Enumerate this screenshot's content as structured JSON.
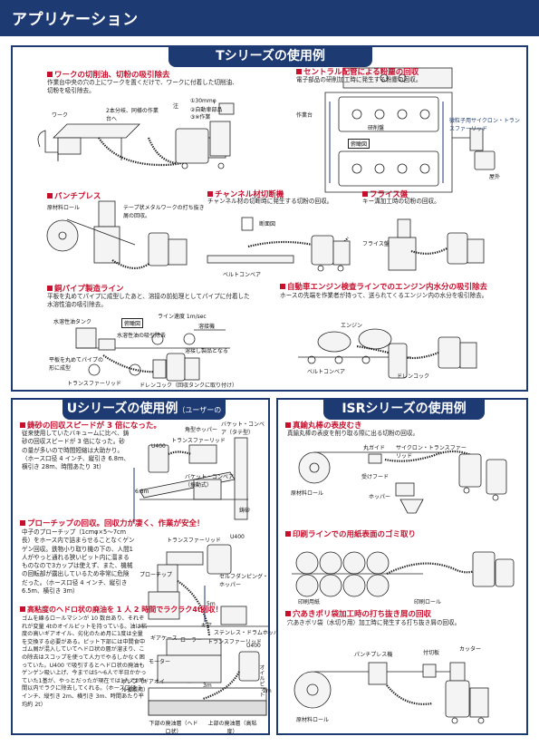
{
  "page_title": "アプリケーション",
  "t_series": {
    "title": "Tシリーズの使用例",
    "work_vacuum": {
      "heading": "ワークの切削油、切粉の吸引除去",
      "desc": "作業台中央の穴の上にワークを置くだけで、ワークに付着した切削油、切粉を吸引除去。",
      "labels": [
        "ワーク",
        "2本分岐、同様の作業台へ",
        "注",
        "①30mmφ",
        "②自動車部品",
        "③※作業"
      ]
    },
    "central_pipe": {
      "heading": "セントラル配管による粉塵の回収",
      "desc": "電子部品の研削加工時に発生する粉塵の回収。",
      "labels": [
        "作業台",
        "研削盤",
        "俯瞰図",
        "微粒子用サイクロン・トランスファーリッド",
        "屋外"
      ]
    },
    "punch_press": {
      "heading": "パンチプレス",
      "labels": [
        "原材料ロール",
        "テープ状メタルワークの打ち抜き屑の回収。"
      ]
    },
    "channel_cut": {
      "heading": "チャンネル材切断機",
      "desc": "チャンネル材の切断時に発生する切粉の回収。",
      "labels": [
        "断面図",
        "ベルトコンベア"
      ]
    },
    "milling": {
      "heading": "フライス盤",
      "desc": "キー溝加工時の切粉の回収。",
      "labels": [
        "フライス盤"
      ]
    },
    "copper_pipe": {
      "heading": "銅パイプ製造ライン",
      "desc": "平板を丸めてパイプに成型したあと、溶接の前処理としてパイプに付着した水溶性油の吸引除去。",
      "labels": [
        "水溶性油タンク",
        "ライン速度 1m/sec",
        "俯瞰図",
        "水溶性油の吸引除去",
        "溶接機",
        "平板を丸めてパイプの形に成型",
        "溶接し製品となる",
        "トランスファーリッド",
        "ドレンコック（回収タンクに取り付け）"
      ]
    },
    "engine_line": {
      "heading": "自動車エンジン検査ラインでのエンジン内水分の吸引除去",
      "desc": "ホースの先端を作業者が持って、送られてくるエンジン内の水分を吸引除去。",
      "labels": [
        "エンジン",
        "ベルトコンベア",
        "ドレンコック"
      ]
    }
  },
  "u_series": {
    "title": "Uシリーズの使用例",
    "title_note": "（ユーザーの声）",
    "casting_sand": {
      "heading": "鋳砂の回収スピードが 3 倍になった。",
      "desc": "従来使用していたバキュームに比べ、鋳砂の回収スピードが 3 倍になった。砂の量が多いので時間短縮は大助かり。（ホース口径 4 インチ、縦引き 6.8m、横引き 28m、時間あたり 3t）",
      "labels": [
        "角型ホッパー",
        "バケット・コンベア（タテ型）",
        "トランスファーリッド",
        "U400",
        "バケット・コンベア（振動式）",
        "6.8m",
        "鋳砂"
      ]
    },
    "pro_chip": {
      "heading": "プローチップの回収。回収力が凄く、作業が安全！",
      "desc": "中子のプローチップ（1cmφ×5〜7cm 長）をホース内で詰まらせることなくゲンゲン回収。鉄物小り取り機の下の、人間1人がやっと通れる狭いピット内に溜まるものなので3カップは使えず、また、機械の回転部が露出しているため非常に危険だった。（ホース口径 4 インチ、縦引き 6.5m、横引き 3m）",
      "labels": [
        "トランスファーリッド",
        "U400",
        "プローチップ",
        "5m",
        "セルフダンピング・ホッパー"
      ]
    },
    "high_visc": {
      "heading": "高粘度のヘドロ状の廃油を 1 人 2 時間でラクラク4t回収！",
      "desc": "ゴムを練るロールマシンが 10 数台あり、それぞれが変量 4tのオイルピットを持っている。油は粘度の高いギアオイル、劣化のため月に1度は全量を交換する必要がある。ピット下部には中間食中ゴム屑が混入していてヘドロ状の層が溜まり、この除去はスコップを使って人力でやるしかなく困っていた。U400 で吸引するとヘドロ状の廃油もゲンゲン吸い上げ、今までは5〜6人で半日かかっていた1基が、やっとだったが現在では1人で2時間以内でラクに除去してくれる。（ホース口径 3 インチ、縦引き 2m、横引き 3m、時間あたり平均約 2t）",
      "labels": [
        "ギア",
        "ステンレス・ドラムホッパー",
        "ギアケース",
        "ローラー",
        "トランスファーリッド",
        "モーター",
        "U400",
        "ポンプ（ギアオイル循環用）",
        "オイルピット",
        "下部の廃油層（ヘドロ状）",
        "上部の廃油層（高粘度）",
        "3m",
        "2m"
      ]
    }
  },
  "isr_series": {
    "title": "ISRシリーズの使用例",
    "brass": {
      "heading": "真鍮丸棒の表皮むき",
      "desc": "真鍮丸棒の表皮を削り取る際に出る切粉の回収。",
      "labels": [
        "丸ガイド",
        "サイクロン・トランスファーリッド",
        "受けフード",
        "原材料ロール",
        "ホッパー"
      ]
    },
    "printing": {
      "heading": "印刷ラインでの用紙表面のゴミ取り",
      "labels": [
        "印刷用紙",
        "印刷ロール"
      ]
    },
    "punched_bag": {
      "heading": "穴あきポリ袋加工時の打ち抜き屑の回収",
      "desc": "穴あきポリ袋（水切り用）加工時に発生する打ち抜き屑の回収。",
      "labels": [
        "パンチプレス機",
        "付切板",
        "カッター",
        "原材料ロール"
      ]
    }
  }
}
